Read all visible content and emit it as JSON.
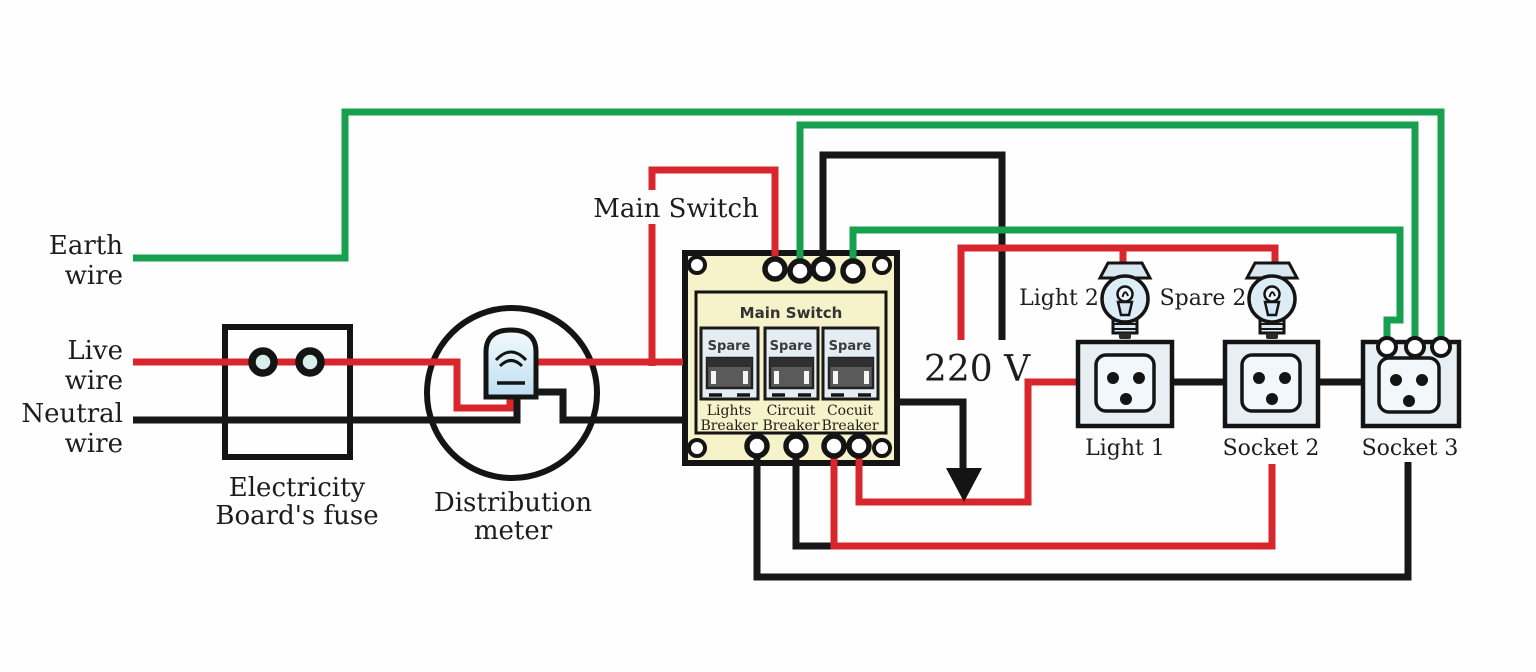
{
  "colors": {
    "live_red": "#d7262c",
    "earth_green": "#16a04f",
    "neutral_black": "#171717",
    "panel_cream": "#f6f2ca",
    "breaker_blue": "#e4edf4",
    "socket_blue": "#e7eff5",
    "socket_inner": "#f1f7fb",
    "bulb_blue": "#ddedf6"
  },
  "left_labels": {
    "earth": {
      "line1": "Earth",
      "line2": "wire"
    },
    "live": {
      "line1": "Live",
      "line2": "wire"
    },
    "neutral": {
      "line1": "Neutral",
      "line2": "wire"
    }
  },
  "components": {
    "board_fuse": {
      "line1": "Electricity",
      "line2": "Board's fuse"
    },
    "meter": {
      "line1": "Distribution",
      "line2": "meter"
    },
    "main_switch_label": "Main Switch",
    "voltage": "220 V",
    "panel": {
      "title": "Main Switch",
      "breakers": [
        {
          "top": "Spare",
          "line1": "Lights",
          "line2": "Breaker"
        },
        {
          "top": "Spare",
          "line1": "Circuit",
          "line2": "Breaker"
        },
        {
          "top": "Spare",
          "line1": "Cocuit",
          "line2": "Breaker"
        }
      ]
    },
    "loads": {
      "light2": "Light 2",
      "spare2": "Spare 2",
      "light1": "Light 1",
      "socket2": "Socket 2",
      "socket3": "Socket 3"
    }
  }
}
